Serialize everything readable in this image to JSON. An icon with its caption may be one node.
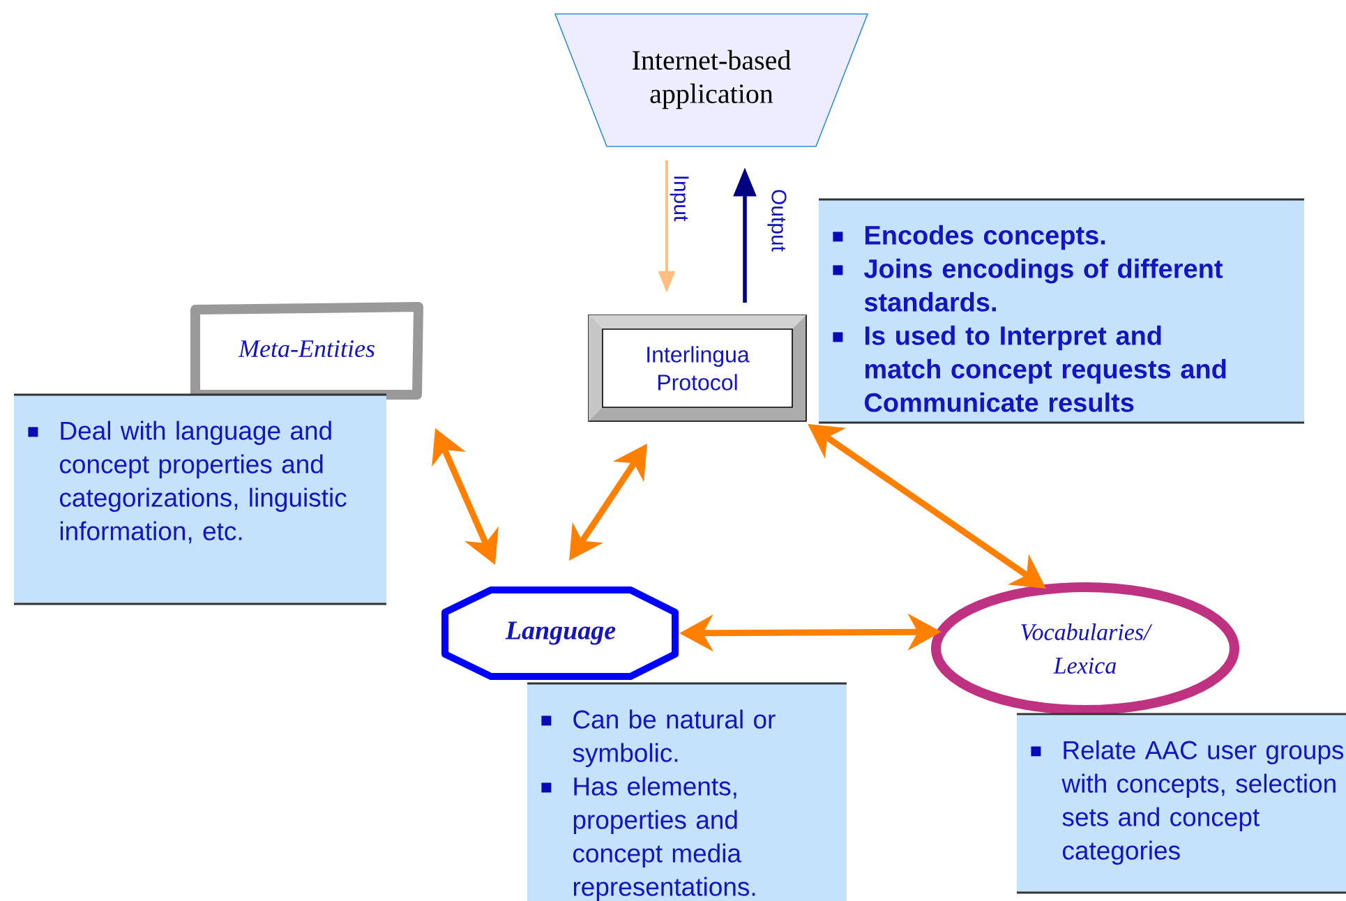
{
  "diagram": {
    "nodes": [
      {
        "text": [
          "Internet-based application"
        ]
      },
      {
        "text": [
          "Interlingua Protocol"
        ]
      },
      {
        "text": [
          "Encodes concepts.",
          "Joins encodings of different standards.",
          "Is used to Interpret and match concept requests and Communicate results"
        ]
      },
      {
        "text": [
          "Meta-Entities"
        ]
      },
      {
        "text": [
          "Deal with language and concept  properties and categorizations, linguistic information, etc."
        ]
      },
      {
        "text": [
          "Language"
        ]
      },
      {
        "text": [
          "Can be natural or symbolic.",
          "Has elements, properties and concept media representations."
        ]
      },
      {
        "text": [
          "Vocabularies/ Lexica"
        ]
      },
      {
        "text": [
          "Relate AAC user groups with concepts, selection sets and concept categories"
        ]
      }
    ],
    "edges": [
      {
        "from": 0,
        "to": 1,
        "arrow": "to",
        "label": "Input",
        "color": "#ffbf80"
      },
      {
        "from": 1,
        "to": 0,
        "arrow": "to",
        "label": "Output",
        "color": "#000080"
      },
      {
        "from": 3,
        "to": 5,
        "arrow": "both"
      },
      {
        "from": 5,
        "to": 1,
        "arrow": "both"
      },
      {
        "from": 1,
        "to": 7,
        "arrow": "both"
      },
      {
        "from": 5,
        "to": 7,
        "arrow": "both"
      }
    ]
  }
}
